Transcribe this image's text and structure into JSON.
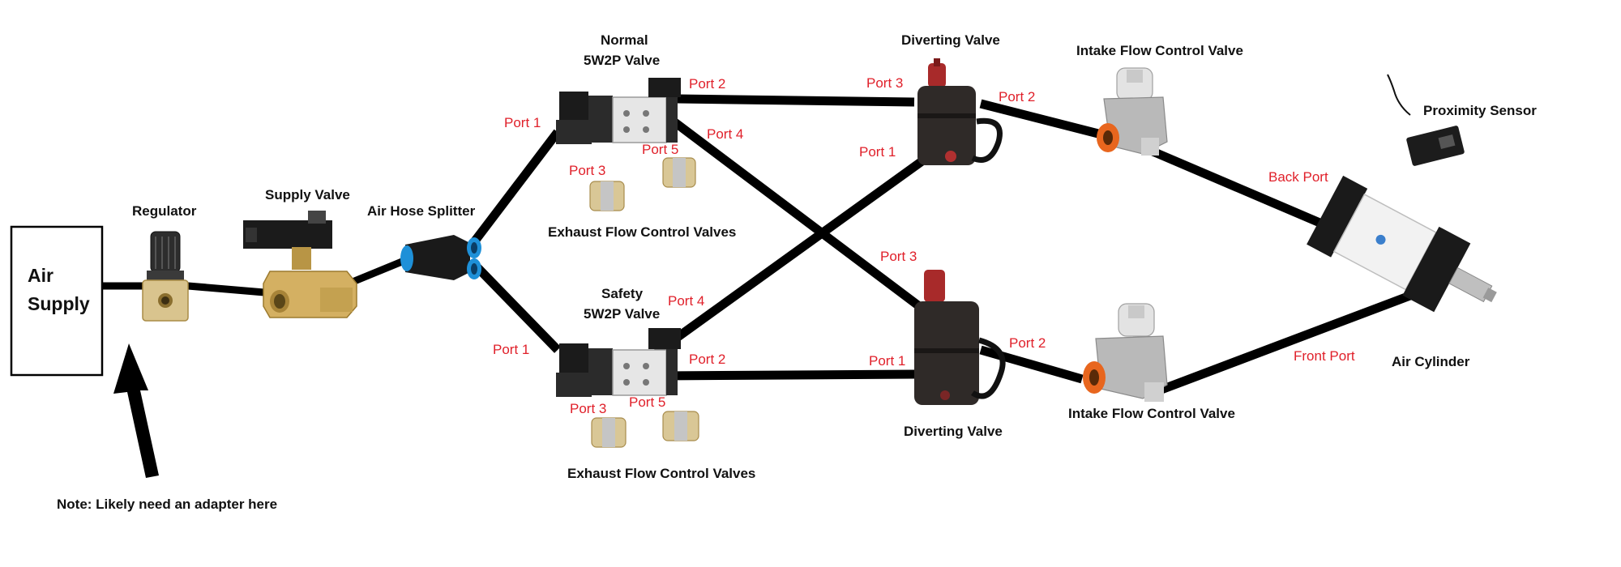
{
  "colors": {
    "hose": "#000000",
    "port_label": "#e0202a",
    "component_label": "#111111",
    "brass": "#c9a24a",
    "valve_body": "#2a2a2a",
    "fitting_blue": "#1e90d8",
    "fitting_orange": "#e8661e",
    "cylinder_white": "#f2f2f2"
  },
  "air_supply": {
    "line1": "Air",
    "line2": "Supply"
  },
  "components": {
    "regulator": "Regulator",
    "supply_valve": "Supply Valve",
    "splitter": "Air Hose Splitter",
    "normal_valve_line1": "Normal",
    "normal_valve_line2": "5W2P Valve",
    "safety_valve_line1": "Safety",
    "safety_valve_line2": "5W2P Valve",
    "exhaust_top": "Exhaust Flow Control Valves",
    "exhaust_bottom": "Exhaust Flow Control Valves",
    "diverting_top": "Diverting Valve",
    "diverting_bottom": "Diverting Valve",
    "intake_top": "Intake Flow Control Valve",
    "intake_bottom": "Intake Flow Control Valve",
    "proximity_sensor": "Proximity Sensor",
    "air_cylinder": "Air Cylinder"
  },
  "ports": {
    "normal_port1": "Port 1",
    "normal_port2": "Port 2",
    "normal_port4": "Port 4",
    "normal_port3": "Port 3",
    "normal_port5": "Port 5",
    "safety_port1": "Port 1",
    "safety_port4": "Port 4",
    "safety_port2": "Port 2",
    "safety_port3": "Port 3",
    "safety_port5": "Port 5",
    "div_top_port3": "Port 3",
    "div_top_port2": "Port 2",
    "div_top_port1": "Port 1",
    "div_bot_port3": "Port 3",
    "div_bot_port1": "Port 1",
    "div_bot_port2": "Port 2",
    "back_port": "Back Port",
    "front_port": "Front Port"
  },
  "note": "Note: Likely need an adapter here"
}
